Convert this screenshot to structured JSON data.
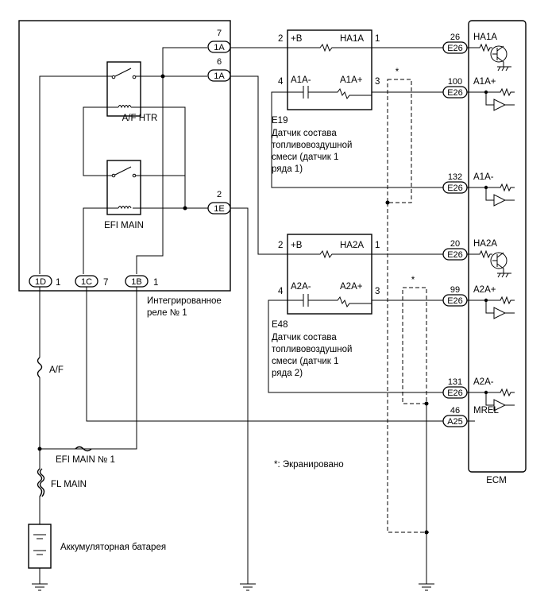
{
  "relay_block": {
    "pins": {
      "p7": "7",
      "p6": "6",
      "p2": "2",
      "p1d": "1",
      "p1c": "7",
      "p1b": "1"
    },
    "conn": {
      "c1a_top": "1A",
      "c1a_mid": "1A",
      "c1e": "1E",
      "c1d": "1D",
      "c1c": "1C",
      "c1b": "1B"
    },
    "relay_af_label": "A/F HTR",
    "relay_efi_label": "EFI MAIN",
    "label_line1": "Интегрированное",
    "label_line2": "реле № 1"
  },
  "sensor1": {
    "pin_b": "2",
    "lbl_b": "+B",
    "lbl_ha": "HA1A",
    "pin_ha": "1",
    "pin_minus": "4",
    "lbl_minus": "A1A-",
    "lbl_plus": "A1A+",
    "pin_plus": "3",
    "id": "E19",
    "desc1": "Датчик состава",
    "desc2": "топливовоздушной",
    "desc3": "смеси (датчик 1",
    "desc4": "ряда 1)"
  },
  "sensor2": {
    "pin_b": "2",
    "lbl_b": "+B",
    "lbl_ha": "HA2A",
    "pin_ha": "1",
    "pin_minus": "4",
    "lbl_minus": "A2A-",
    "lbl_plus": "A2A+",
    "pin_plus": "3",
    "id": "E48",
    "desc1": "Датчик состава",
    "desc2": "топливовоздушной",
    "desc3": "смеси (датчик 1",
    "desc4": "ряда 2)"
  },
  "ecm": {
    "title": "ECM",
    "terminals": [
      {
        "pin": "26",
        "conn": "E26",
        "sig": "HA1A"
      },
      {
        "pin": "100",
        "conn": "E26",
        "sig": "A1A+"
      },
      {
        "pin": "132",
        "conn": "E26",
        "sig": "A1A-"
      },
      {
        "pin": "20",
        "conn": "E26",
        "sig": "HA2A"
      },
      {
        "pin": "99",
        "conn": "E26",
        "sig": "A2A+"
      },
      {
        "pin": "131",
        "conn": "E26",
        "sig": "A2A-"
      },
      {
        "pin": "46",
        "conn": "A25",
        "sig": "MREL"
      }
    ]
  },
  "fuses": {
    "af": "A/F",
    "efi_main": "EFI MAIN № 1",
    "fl_main": "FL MAIN"
  },
  "battery_label": "Аккумуляторная батарея",
  "shield_mark": "*",
  "shield_note": "*: Экранировано"
}
